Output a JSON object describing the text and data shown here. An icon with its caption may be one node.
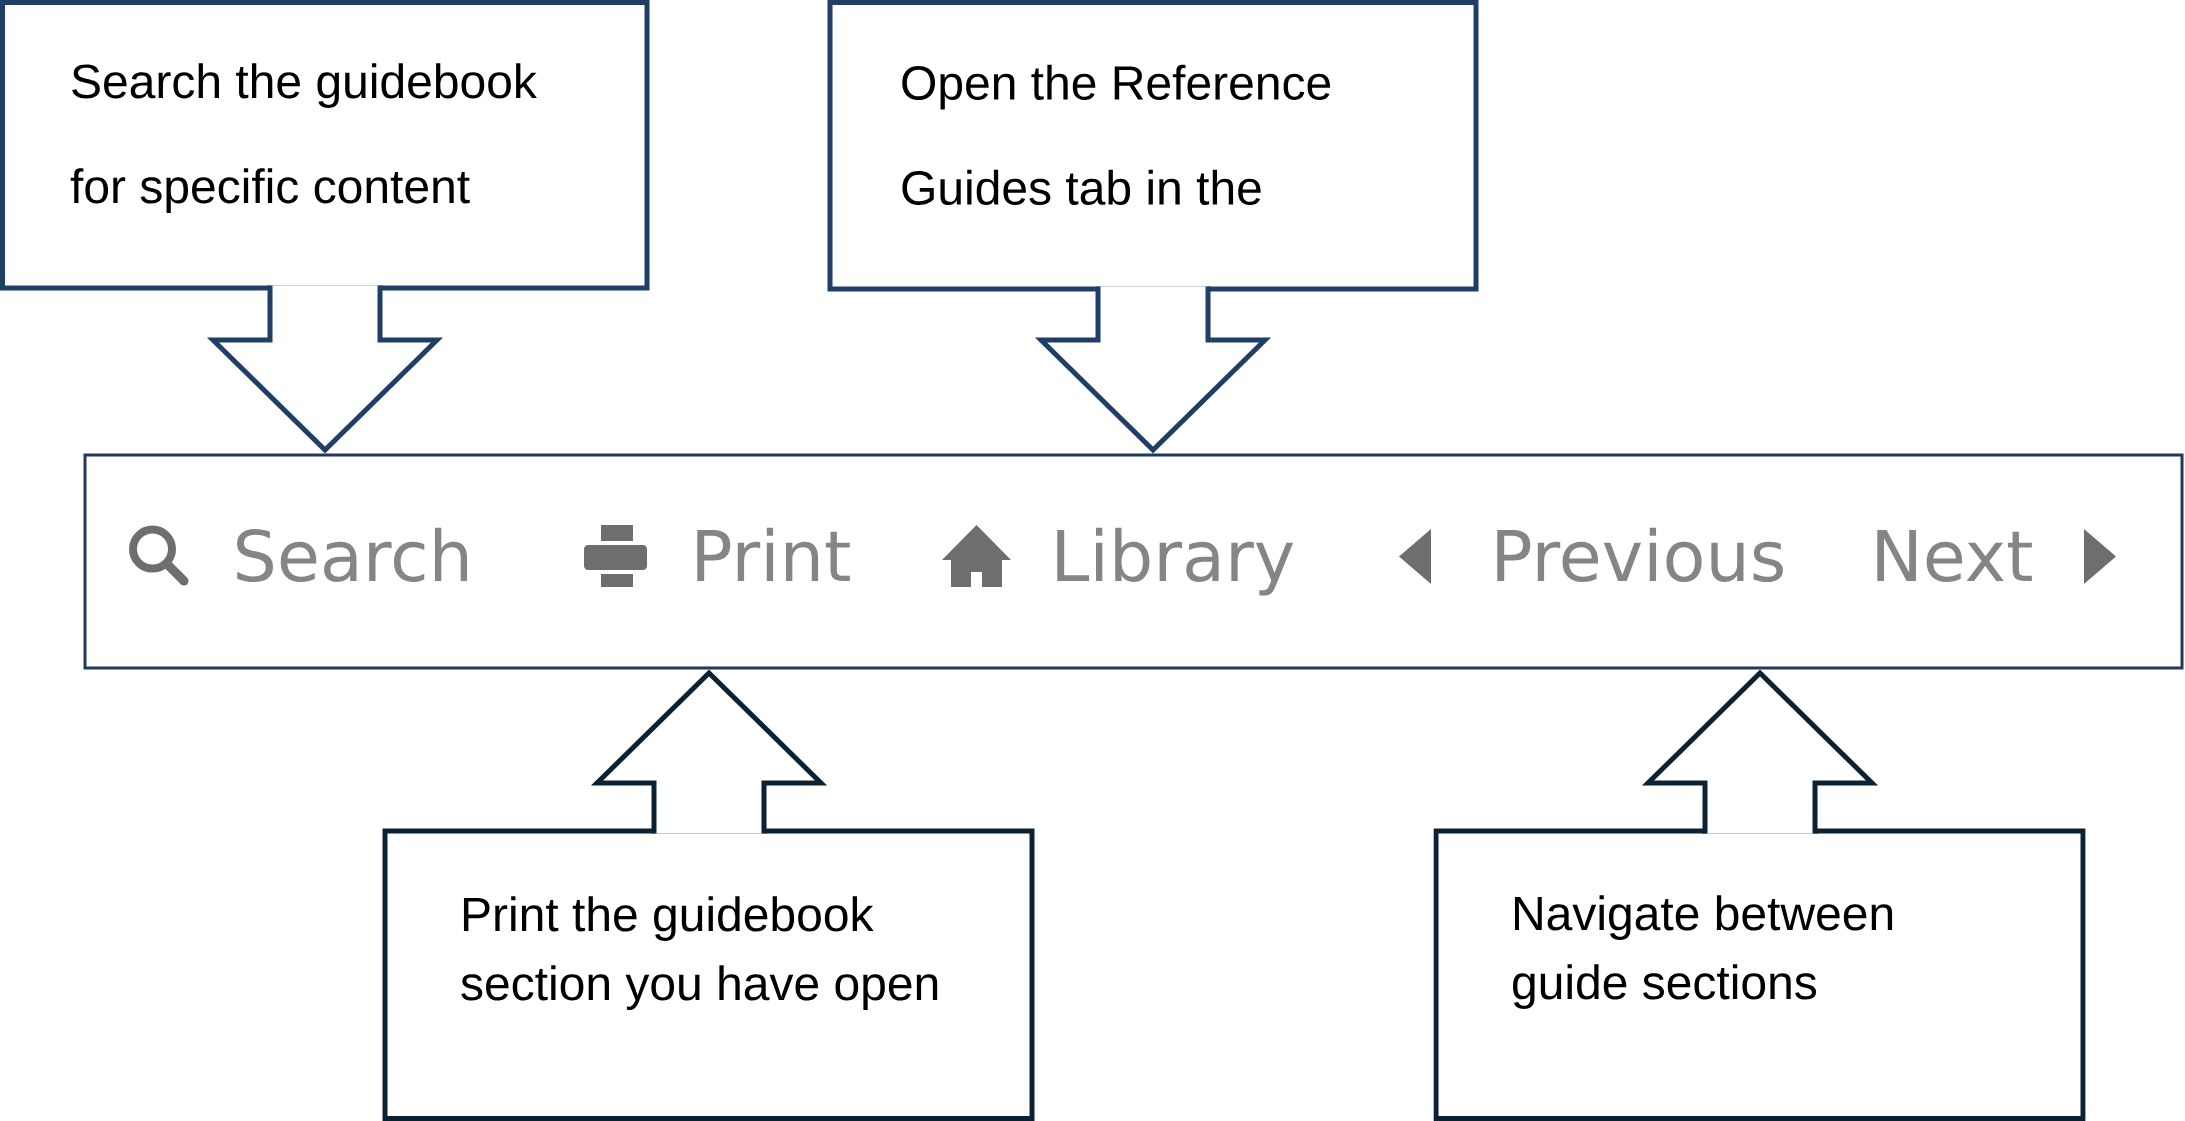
{
  "diagram": {
    "nodes": [
      {
        "text": [
          "Search the guidebook for specific content"
        ]
      },
      {
        "text": [
          "Open the Reference Guides tab in the"
        ]
      },
      {
        "text": [
          "Search",
          "Print",
          "Library",
          "Previous",
          "Next"
        ]
      },
      {
        "text": [
          "Print the guidebook section you have open"
        ]
      },
      {
        "text": [
          "Navigate between guide sections"
        ]
      }
    ],
    "edges": [
      {
        "from": 0,
        "to": 2,
        "arrow": "to"
      },
      {
        "from": 1,
        "to": 2,
        "arrow": "to"
      },
      {
        "from": 3,
        "to": 2,
        "arrow": "to",
        "color": "#0c2233"
      },
      {
        "from": 4,
        "to": 2,
        "arrow": "to",
        "color": "#0c2233"
      }
    ]
  }
}
